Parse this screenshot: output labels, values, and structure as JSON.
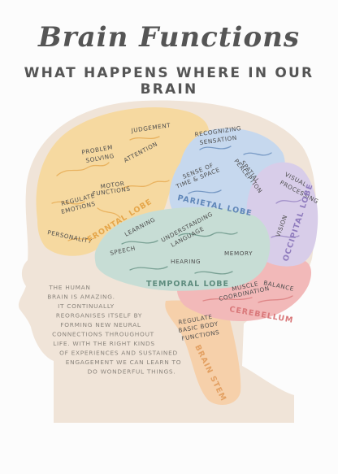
{
  "title": "Brain Functions",
  "subtitle": "WHAT HAPPENS WHERE IN OUR BRAIN",
  "colors": {
    "head": "#f0e4d8",
    "frontal": "#f6d9a0",
    "parietal": "#c6d8ee",
    "occipital": "#d8cde9",
    "temporal": "#c7ddd5",
    "cerebellum": "#f2b9b9",
    "brainstem": "#f6d0aa",
    "frontal_text": "#e5a64a",
    "parietal_text": "#5f86b8",
    "occipital_text": "#8f7bbd",
    "temporal_text": "#5e8c7e",
    "cerebellum_text": "#d9787a",
    "brainstem_text": "#e3a062"
  },
  "lobes": {
    "frontal": "FRONTAL LOBE",
    "parietal": "PARIETAL LOBE",
    "occipital": "OCCIPITAL LOBE",
    "temporal": "TEMPORAL LOBE",
    "cerebellum": "CEREBELLUM",
    "brainstem": "BRAIN STEM"
  },
  "functions": {
    "judgement": "JUDGEMENT",
    "problem": "PROBLEM",
    "solving": "SOLVING",
    "attention": "ATTENTION",
    "motor": "MOTOR",
    "functions": "FUNCTIONS",
    "regulate": "REGULATE",
    "emotions": "EMOTIONS",
    "personality": "PERSONALITY",
    "recognizing": "RECOGNIZING",
    "sensation": "SENSATION",
    "sense_of": "SENSE OF",
    "time_space": "TIME & SPACE",
    "spatial": "SPATIAL",
    "perception": "PERCEPTION",
    "visual": "VISUAL",
    "processing": "PROCESSING",
    "vision": "VISION",
    "learning": "LEARNING",
    "understanding": "UNDERSTANDING",
    "language": "LANGUAGE",
    "speech": "SPEECH",
    "hearing": "HEARING",
    "memory": "MEMORY",
    "balance": "BALANCE",
    "muscle": "MUSCLE",
    "coordination": "COORDINATION",
    "regulate2": "REGULATE",
    "basic_body": "BASIC BODY",
    "functions2": "FUNCTIONS"
  },
  "note_lines": [
    "THE HUMAN",
    "BRAIN IS AMAZING.",
    "IT CONTINUALLY",
    "REORGANISES ITSELF BY",
    "FORMING NEW NEURAL",
    "CONNECTIONS THROUGHOUT",
    "LIFE. WITH THE RIGHT KINDS",
    "OF EXPERIENCES AND SUSTAINED",
    "ENGAGEMENT WE CAN LEARN TO",
    "DO WONDERFUL THINGS."
  ]
}
